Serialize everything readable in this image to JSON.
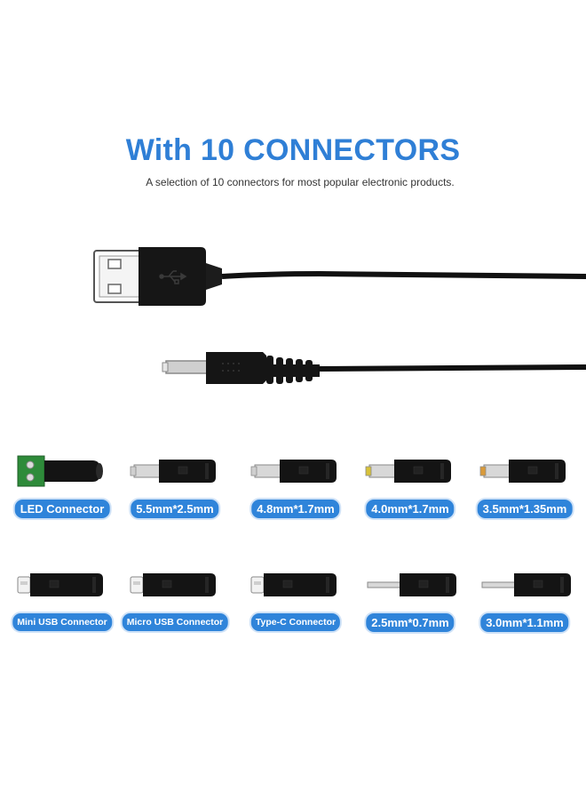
{
  "header": {
    "title": "With 10 CONNECTORS",
    "subtitle": "A selection of 10 connectors for most popular electronic products."
  },
  "cable": {
    "plugs": [
      "usb-a-plug-icon",
      "dc-barrel-plug-icon"
    ]
  },
  "connectors": [
    {
      "label": "LED Connector",
      "icon": "terminal-block-icon",
      "tip": "#2e8b3a"
    },
    {
      "label": "5.5mm*2.5mm",
      "icon": "barrel-tip-icon",
      "tip": "#cfcfcf"
    },
    {
      "label": "4.8mm*1.7mm",
      "icon": "barrel-tip-icon",
      "tip": "#cfcfcf"
    },
    {
      "label": "4.0mm*1.7mm",
      "icon": "barrel-tip-icon",
      "tip": "#d8c23a"
    },
    {
      "label": "3.5mm*1.35mm",
      "icon": "barrel-tip-icon",
      "tip": "#d99a3a"
    },
    {
      "label": "Mini USB Connector",
      "icon": "mini-usb-icon",
      "tip": "#bfbfbf"
    },
    {
      "label": "Micro USB Connector",
      "icon": "micro-usb-icon",
      "tip": "#bfbfbf"
    },
    {
      "label": "Type-C Connector",
      "icon": "type-c-icon",
      "tip": "#cfcfcf"
    },
    {
      "label": "2.5mm*0.7mm",
      "icon": "pin-tip-icon",
      "tip": "#cfcfcf"
    },
    {
      "label": "3.0mm*1.1mm",
      "icon": "pin-tip-icon",
      "tip": "#cfcfcf"
    }
  ],
  "colors": {
    "accent": "#2f84da",
    "title": "#2f7fd6",
    "cable": "#111111"
  }
}
